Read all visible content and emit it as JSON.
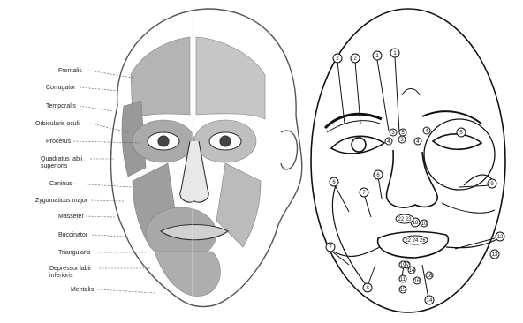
{
  "left_panel": {
    "labels": [
      "Frontalis",
      "Corrugator",
      "Temporalis",
      "Orbicularis oculi",
      "Procerus",
      "Quadratus labii superioris",
      "Caninus",
      "Zygomaticus major",
      "Masseter",
      "Buccinator",
      "Triangularis",
      "Depressor labii inferioris",
      "Mentalis"
    ]
  },
  "right_panel": {
    "markers": [
      "2",
      "2",
      "1",
      "1",
      "3",
      "3",
      "4",
      "4",
      "4",
      "5",
      "5",
      "6",
      "6",
      "7",
      "7",
      "8",
      "9",
      "10",
      "11",
      "12",
      "13",
      "14",
      "14",
      "15",
      "16",
      "16",
      "17",
      "18",
      "19",
      "22 23",
      "22 24 26"
    ]
  },
  "colors": {
    "ink": "#1a1a1a",
    "shade": "#9a9a9a",
    "light": "#cfcfcf"
  }
}
